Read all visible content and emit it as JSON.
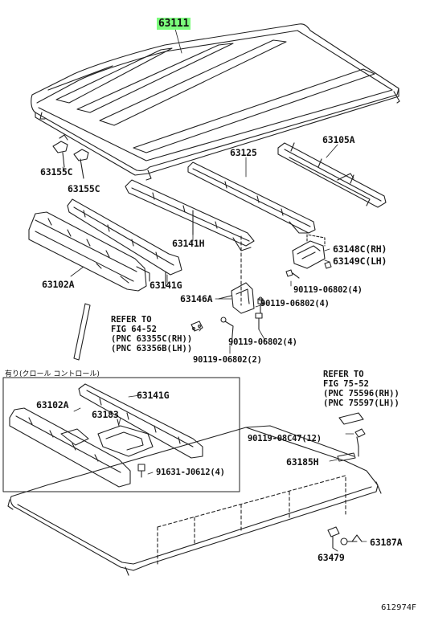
{
  "diagram": {
    "highlight_color": "#7CFC7C",
    "labels": {
      "p63111": "63111",
      "p63155c_a": "63155C",
      "p63155c_b": "63155C",
      "p63125": "63125",
      "p63105a": "63105A",
      "p63141h": "63141H",
      "p63148c": "63148C(RH)",
      "p63149c": "63149C(LH)",
      "p63102a_top": "63102A",
      "p63141g_top": "63141G",
      "p90119_06802_4a": "90119-06802(4)",
      "p63146a": "63146A",
      "p90119_06802_4b": "90119-06802(4)",
      "p90119_06802_4c": "90119-06802(4)",
      "p90119_06802_2": "90119-06802(2)",
      "p63141g_box": "63141G",
      "p63102a_box": "63102A",
      "p63183": "63183",
      "p91631": "91631-J0612(4)",
      "p90119_08c47": "90119-08C47(12)",
      "p63185h": "63185H",
      "p63187a": "63187A",
      "p63479": "63479"
    },
    "refer1": {
      "line1": "REFER TO",
      "line2": "FIG 64-52",
      "line3": "(PNC 63355C(RH))",
      "line4": "(PNC 63356B(LH))"
    },
    "refer2": {
      "line1": "REFER TO",
      "line2": "FIG 75-52",
      "line3": "(PNC 75596(RH))",
      "line4": "(PNC 75597(LH))"
    },
    "box_caption": "有り(クロール コントロール)",
    "figure_code": "612974F"
  }
}
